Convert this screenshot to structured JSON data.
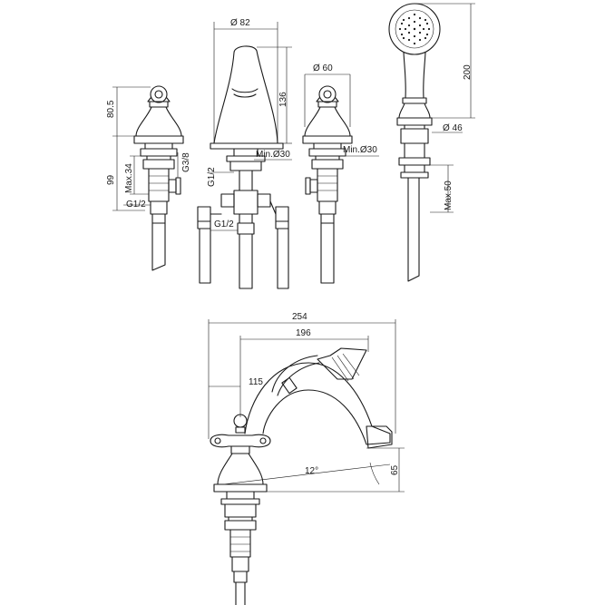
{
  "top_view": {
    "left_valve": {
      "height_label": "80.5",
      "max_label": "Max.34",
      "total_label": "99",
      "thread_label": "G1/2",
      "side_thread_label": "G3/8"
    },
    "spout": {
      "diameter_label": "Ø 82",
      "height_label": "136",
      "min_label": "Min.Ø30",
      "thread_label": "G1/2",
      "lower_thread_label": "G1/2"
    },
    "right_valve": {
      "diameter_label": "Ø 60",
      "min_label": "Min.Ø30"
    },
    "hand_shower": {
      "height_label": "200",
      "diameter_label": "Ø 46",
      "max_label": "Max.50"
    }
  },
  "side_view": {
    "width_total_label": "254",
    "width_spout_label": "196",
    "width_valve_label": "115",
    "angle_label": "12°",
    "height_label": "65"
  }
}
